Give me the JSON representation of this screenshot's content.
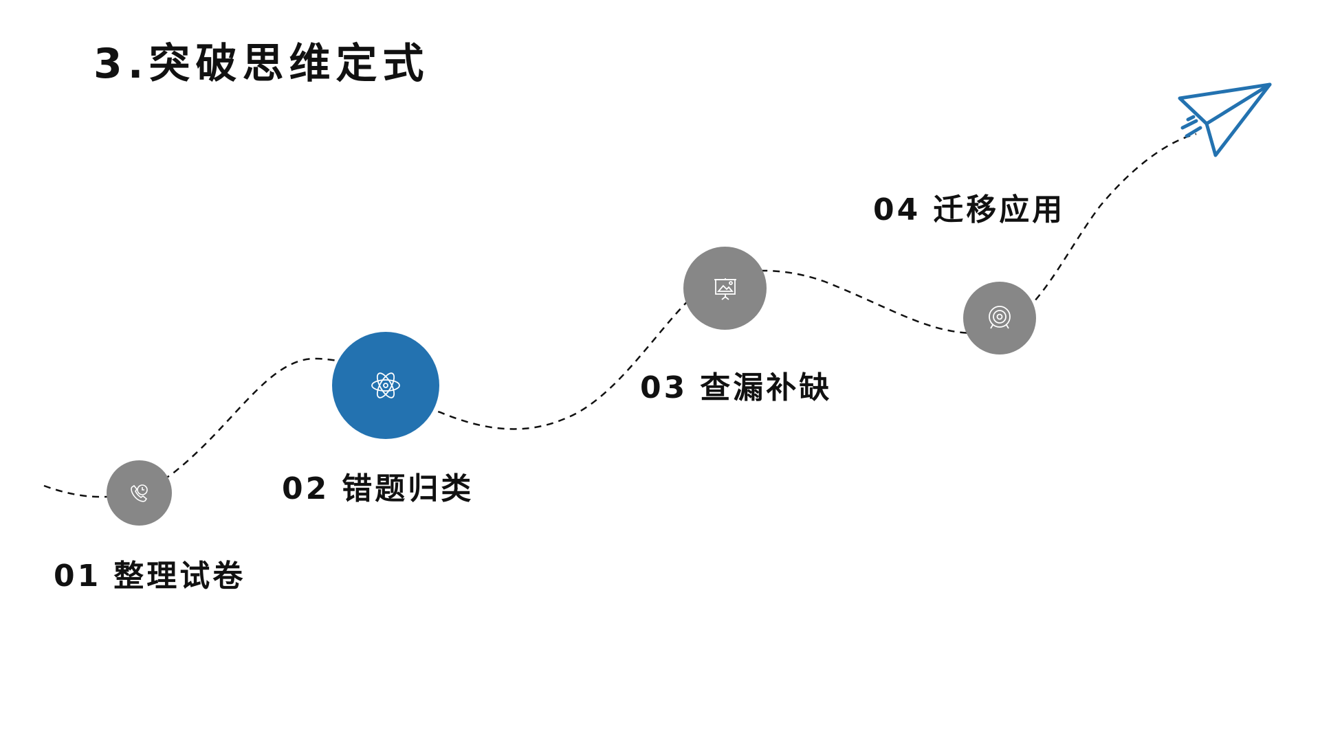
{
  "title": "3.突破思维定式",
  "colors": {
    "accent": "#2372b0",
    "node_gray": "#878787",
    "text": "#111111"
  },
  "steps": [
    {
      "number": "01",
      "label": "整理试卷",
      "icon": "phone-clock-icon",
      "active": false
    },
    {
      "number": "02",
      "label": "错题归类",
      "icon": "atom-icon",
      "active": true
    },
    {
      "number": "03",
      "label": "查漏补缺",
      "icon": "presentation-board-icon",
      "active": false
    },
    {
      "number": "04",
      "label": "迁移应用",
      "icon": "target-icon",
      "active": false
    }
  ],
  "end_icon": "paper-plane-icon"
}
